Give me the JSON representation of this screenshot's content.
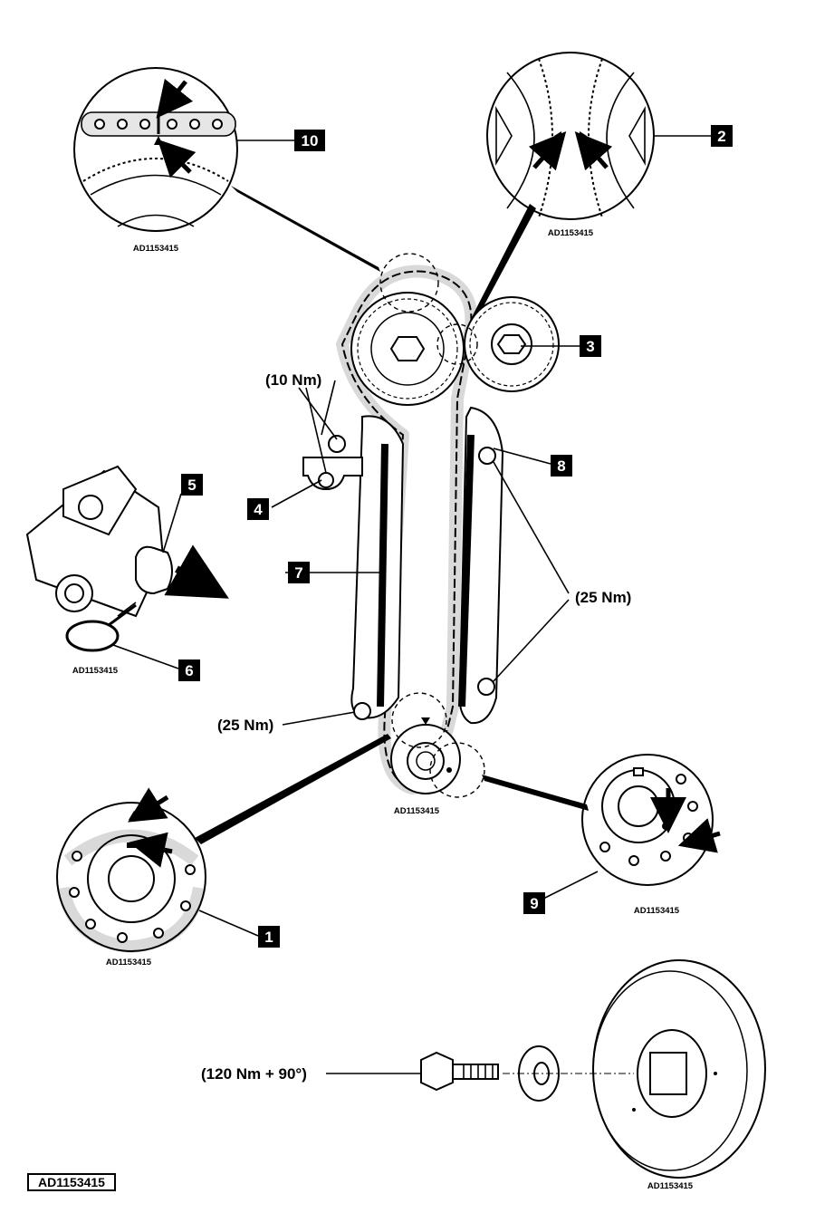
{
  "reference_code": "AD1153415",
  "callouts": [
    {
      "id": "callout-1",
      "label": "1"
    },
    {
      "id": "callout-2",
      "label": "2"
    },
    {
      "id": "callout-3",
      "label": "3"
    },
    {
      "id": "callout-4",
      "label": "4"
    },
    {
      "id": "callout-5",
      "label": "5"
    },
    {
      "id": "callout-6",
      "label": "6"
    },
    {
      "id": "callout-7",
      "label": "7"
    },
    {
      "id": "callout-8",
      "label": "8"
    },
    {
      "id": "callout-9",
      "label": "9"
    },
    {
      "id": "callout-10",
      "label": "10"
    }
  ],
  "torque_specs": {
    "tensioner_bolts": "(10 Nm)",
    "guide_rail_bolts": "(25 Nm)",
    "tensioner_rail_bolt": "(25 Nm)",
    "crankshaft_bolt": "(120 Nm + 90°)"
  },
  "sub_image_labels": {
    "detail_10": "AD1153415",
    "detail_2": "AD1153415",
    "tensioner_view": "AD1153415",
    "main_diagram": "AD1153415",
    "detail_1": "AD1153415",
    "detail_9": "AD1153415",
    "pulley_view": "AD1153415"
  }
}
